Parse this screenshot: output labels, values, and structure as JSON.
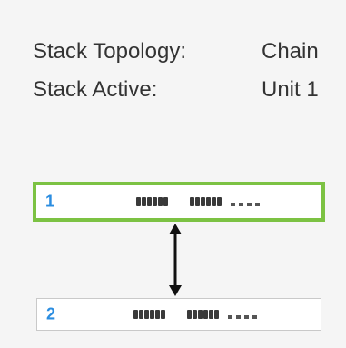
{
  "stack": {
    "topology_label": "Stack Topology:",
    "topology_value": "Chain",
    "active_label": "Stack Active:",
    "active_value": "Unit 1"
  },
  "units": [
    {
      "number": "1",
      "status": "active",
      "border_color": "#7cc243"
    },
    {
      "number": "2",
      "status": "member",
      "border_color": "#c9c9c9"
    }
  ],
  "icons": {
    "link": "double-arrow-vertical-icon"
  }
}
